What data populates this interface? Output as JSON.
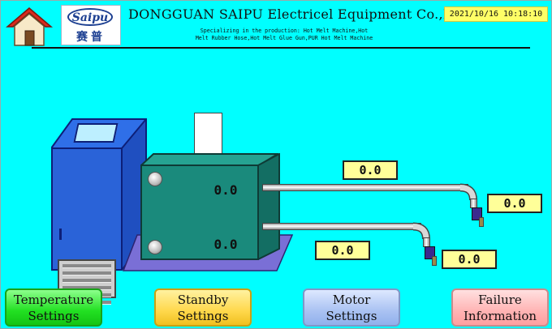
{
  "header": {
    "company_name": "DONGGUAN SAIPU Electricel Equipment Co.,Ltd",
    "tagline_line1": "Specializing in the production: Hot Melt Machine,Hot",
    "tagline_line2": "Melt Rubber Hose,Hot Melt Glue Gun,PUR Hot Melt Machine",
    "datetime": "2021/10/16 10:18:10",
    "logo_brand": "Saipu",
    "logo_brand_cn": "赛普"
  },
  "readouts": {
    "tank_upper": "0.0",
    "tank_lower": "0.0",
    "hose_upper": "0.0",
    "hose_lower": "0.0",
    "gun_upper": "0.0",
    "gun_lower": "0.0"
  },
  "nav": {
    "temperature_line1": "Temperature",
    "temperature_line2": "Settings",
    "standby_line1": "Standby",
    "standby_line2": "Settings",
    "motor_line1": "Motor",
    "motor_line2": "Settings",
    "failure_line1": "Failure",
    "failure_line2": "Information"
  },
  "icons": {
    "home": "home-icon"
  },
  "colors": {
    "background": "#00ffff",
    "readout": "#ffff99",
    "datetime": "#ffff66",
    "temperature_button": "#22e022",
    "standby_button": "#ffd84c",
    "motor_button": "#aac2f2",
    "failure_button": "#ffb4b4"
  }
}
